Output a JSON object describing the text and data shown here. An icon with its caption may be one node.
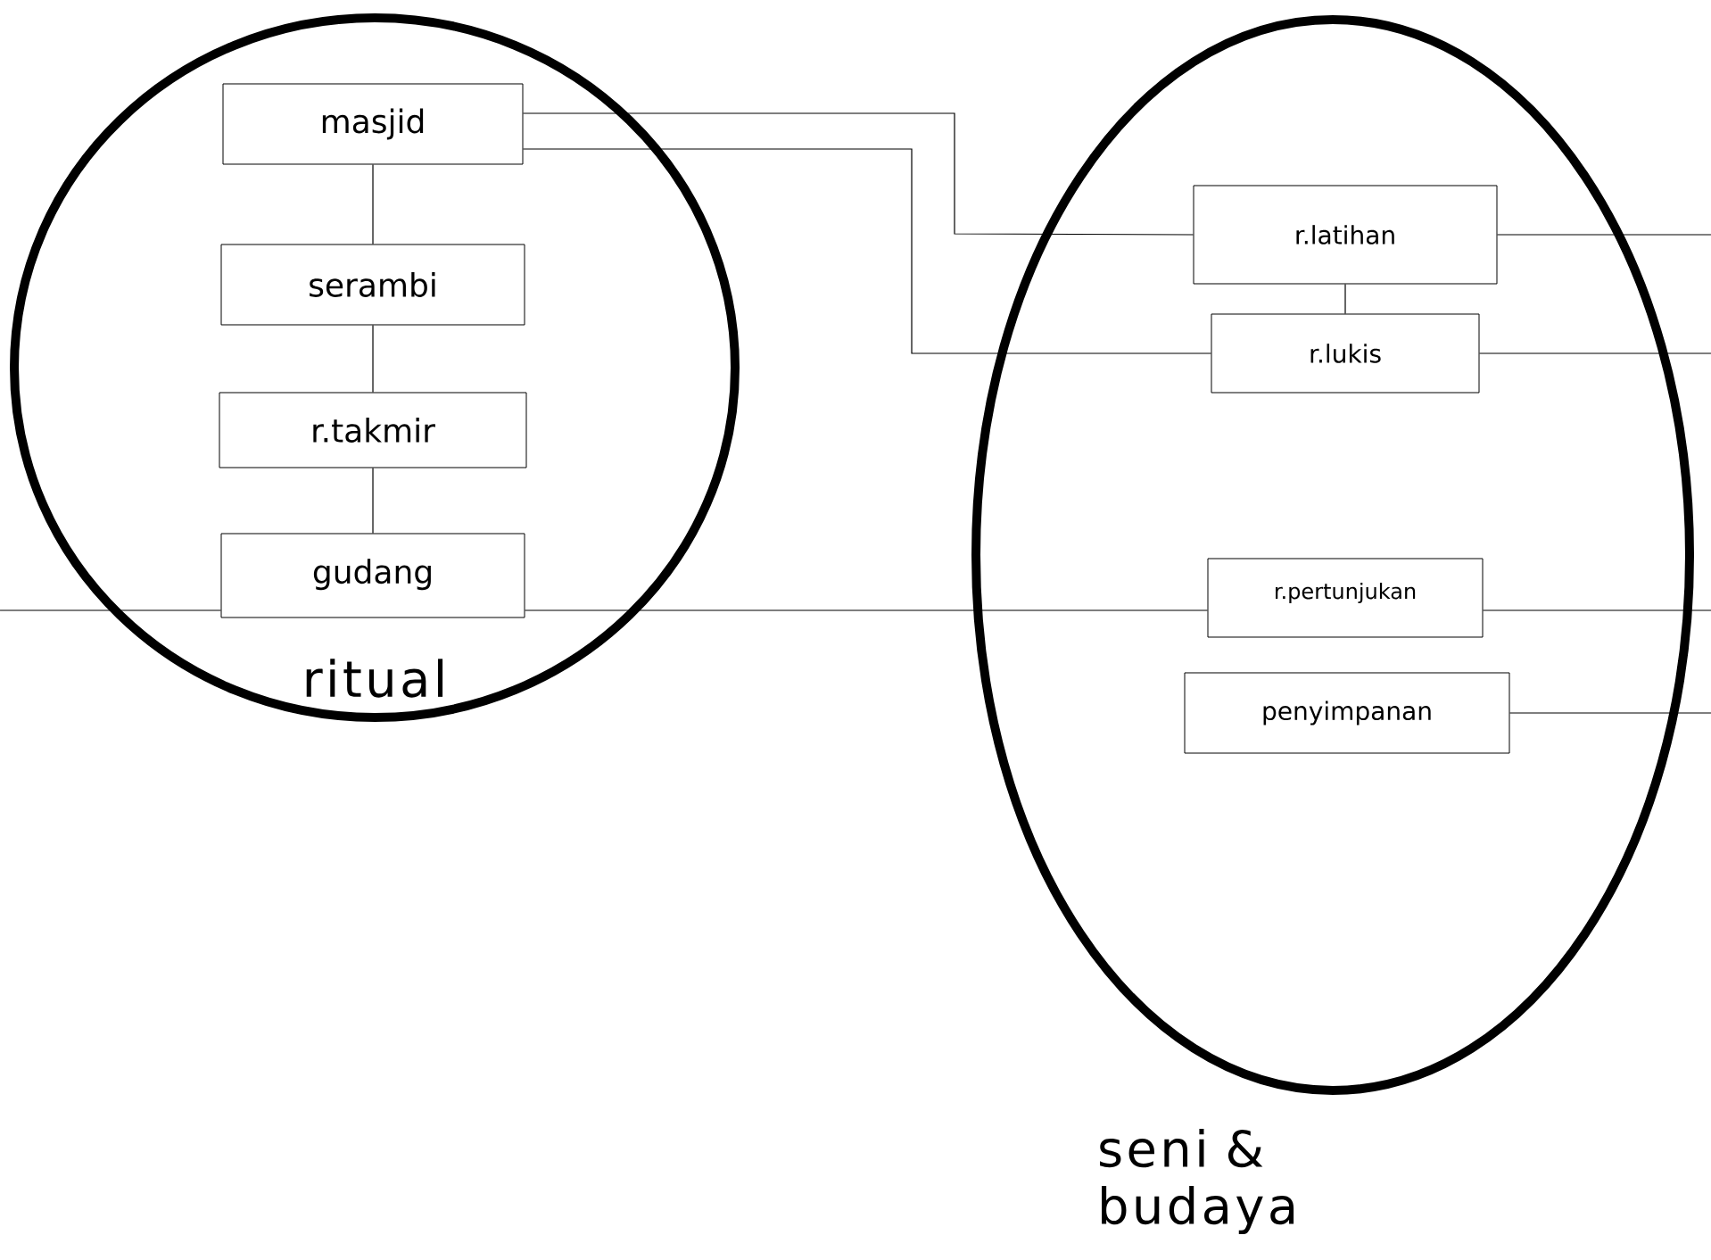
{
  "diagram": {
    "nodes": [
      {
        "text": [
          "ritual"
        ]
      },
      {
        "text": [
          "masjid"
        ],
        "in": 0
      },
      {
        "text": [
          "serambi"
        ],
        "in": 0
      },
      {
        "text": [
          "r.takmir"
        ],
        "in": 0
      },
      {
        "text": [
          "gudang"
        ],
        "in": 0
      },
      {
        "text": [
          "seni & budaya"
        ]
      },
      {
        "text": [
          "r.latihan"
        ],
        "in": 5
      },
      {
        "text": [
          "r.lukis"
        ],
        "in": 5
      },
      {
        "text": [
          "r.pertunjukan"
        ],
        "in": 5
      },
      {
        "text": [
          "penyimpanan"
        ],
        "in": 5
      }
    ],
    "edges": [
      {
        "from": 1,
        "to": 2,
        "arrow": "none"
      },
      {
        "from": 2,
        "to": 3,
        "arrow": "none"
      },
      {
        "from": 3,
        "to": 4,
        "arrow": "none"
      },
      {
        "from": 1,
        "to": 6,
        "arrow": "none"
      },
      {
        "from": 1,
        "to": 7,
        "arrow": "none"
      },
      {
        "from": 6,
        "to": 7,
        "arrow": "none"
      },
      {
        "from": 6,
        "to": null,
        "arrow": "none"
      },
      {
        "from": 7,
        "to": null,
        "arrow": "none"
      },
      {
        "from": 8,
        "to": null,
        "arrow": "none"
      },
      {
        "from": 9,
        "to": null,
        "arrow": "none"
      },
      {
        "from": null,
        "to": 4,
        "arrow": "none"
      },
      {
        "from": 4,
        "to": 8,
        "arrow": "none"
      }
    ]
  }
}
